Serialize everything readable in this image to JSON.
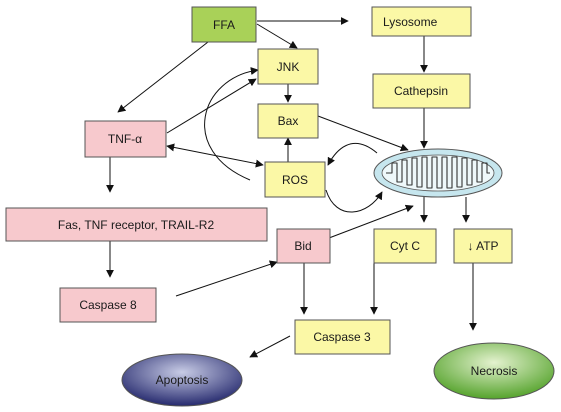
{
  "colors": {
    "ffa": "#a9d158",
    "yellow": "#fbf8a6",
    "pink": "#f7c9cd",
    "mitochondrion": "#c6e6ee",
    "apoptosis_outer": "#262a6e",
    "apoptosis_inner": "#c8cce6",
    "necrosis_outer": "#55a32c",
    "necrosis_inner": "#e4f2cf"
  },
  "nodes": {
    "ffa": "FFA",
    "lysosome": "Lysosome",
    "jnk": "JNK",
    "cathepsin": "Cathepsin",
    "bax": "Bax",
    "tnf": "TNF-α",
    "ros": "ROS",
    "receptors": "Fas, TNF receptor, TRAIL-R2",
    "bid": "Bid",
    "cytc": "Cyt C",
    "atp": "↓ ATP",
    "caspase8": "Caspase 8",
    "caspase3": "Caspase 3",
    "apoptosis": "Apoptosis",
    "necrosis": "Necrosis"
  },
  "icons": {
    "mitochondrion": "mitochondrion-icon"
  }
}
